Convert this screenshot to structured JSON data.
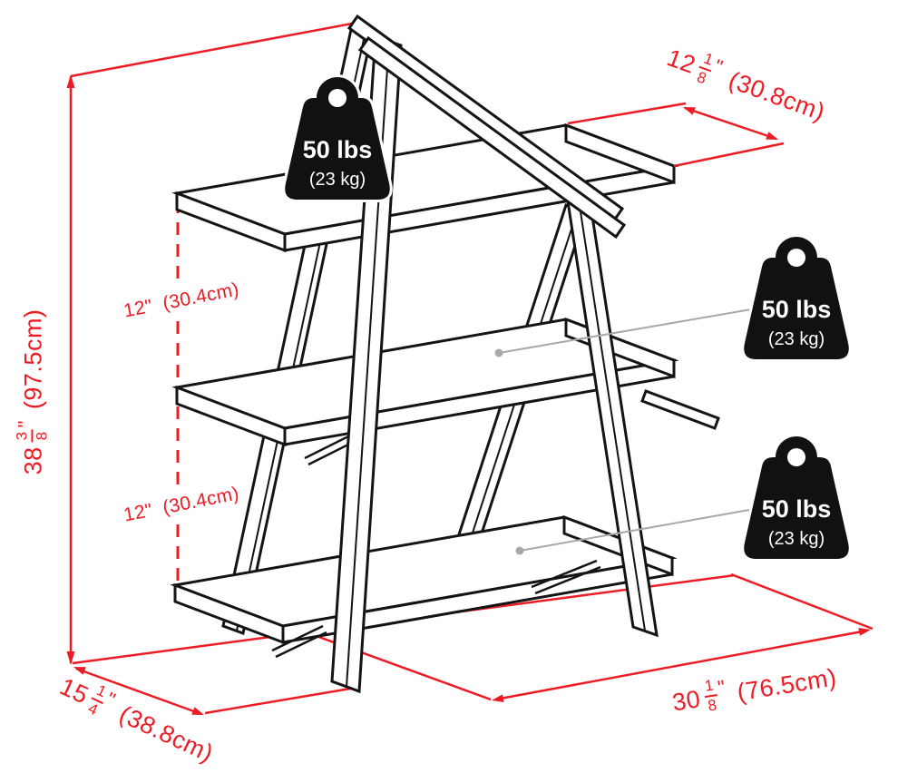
{
  "dimensions": {
    "height": {
      "whole": "38",
      "numerator": "3",
      "denominator": "8",
      "unit": "\"",
      "metric": "(97.5cm)"
    },
    "shelf_depth_top": {
      "whole": "12",
      "numerator": "1",
      "denominator": "8",
      "unit": "\"",
      "metric": "(30.8cm)"
    },
    "spacing_top_middle": {
      "value": "12\"",
      "metric": "(30.4cm)"
    },
    "spacing_middle_bottom": {
      "value": "12\"",
      "metric": "(30.4cm)"
    },
    "base_depth": {
      "whole": "15",
      "numerator": "1",
      "denominator": "4",
      "unit": "\"",
      "metric": "(38.8cm)"
    },
    "base_width": {
      "whole": "30",
      "numerator": "1",
      "denominator": "8",
      "unit": "\"",
      "metric": "(76.5cm)"
    }
  },
  "capacity_labels": [
    {
      "weight": "50 lbs",
      "metric": "(23 kg)"
    },
    {
      "weight": "50 lbs",
      "metric": "(23 kg)"
    },
    {
      "weight": "50 lbs",
      "metric": "(23 kg)"
    }
  ],
  "colors": {
    "dimension_red": "#ed1c24",
    "drawing_black": "#141414",
    "leader_gray": "#a8a8a8",
    "weight_black": "#111111"
  }
}
